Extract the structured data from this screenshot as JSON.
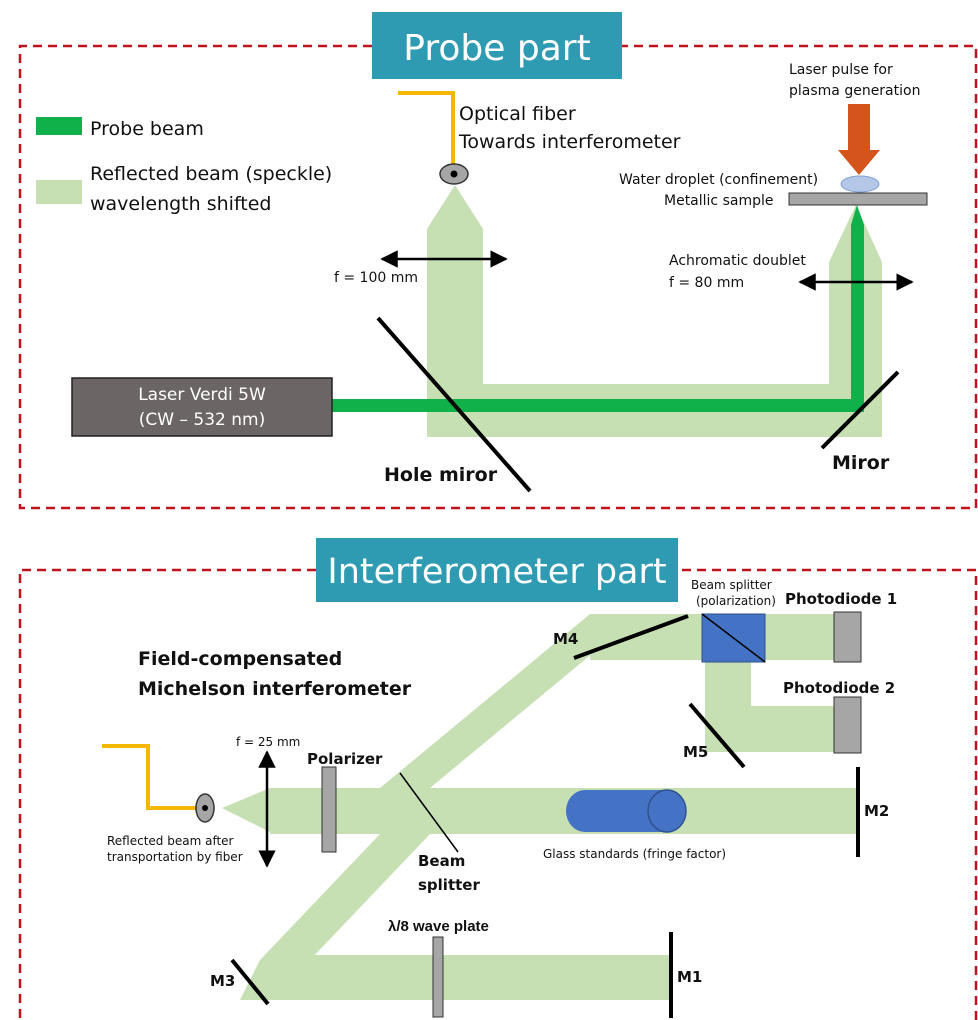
{
  "probe": {
    "title": "Probe part",
    "legend": {
      "probe_beam": "Probe beam",
      "reflected_line1": "Reflected beam (speckle)",
      "reflected_line2": "wavelength shifted"
    },
    "laser_line1": "Laser Verdi 5W",
    "laser_line2": "(CW – 532 nm)",
    "fiber_line1": "Optical fiber",
    "fiber_line2": "Towards interferometer",
    "lens_f": "f = 100 mm",
    "pulse_line1": "Laser pulse for",
    "pulse_line2": "plasma generation",
    "droplet": "Water droplet (confinement)",
    "sample": "Metallic sample",
    "doublet_line1": "Achromatic doublet",
    "doublet_line2": "f = 80 mm",
    "hole_miror": "Hole miror",
    "miror": "Miror"
  },
  "interferometer": {
    "title": "Interferometer part",
    "heading_line1": "Field-compensated",
    "heading_line2": "Michelson interferometer",
    "bs_pol_line1": "Beam splitter",
    "bs_pol_line2": "(polarization)",
    "photodiode1": "Photodiode 1",
    "photodiode2": "Photodiode 2",
    "m1": "M1",
    "m2": "M2",
    "m3": "M3",
    "m4": "M4",
    "m5": "M5",
    "lens_f": "f = 25 mm",
    "polarizer": "Polarizer",
    "fiber_line1": "Reflected beam after",
    "fiber_line2": "transportation by fiber",
    "bs_line1": "Beam",
    "bs_line2": "splitter",
    "glass": "Glass standards (fringe factor)",
    "waveplate": "λ/8 wave plate"
  },
  "colors": {
    "frame_dash": "#c0131b",
    "title_box": "#2f9bb3",
    "probe_beam": "#10b04a",
    "reflected_beam": "#c6e0b4",
    "laser_box": "#6b6565",
    "pulse_arrow": "#d4541b",
    "fiber": "#f5b800",
    "glass": "#4472c4",
    "bs_cube": "#4472c4",
    "component_gray": "#a6a6a6"
  }
}
